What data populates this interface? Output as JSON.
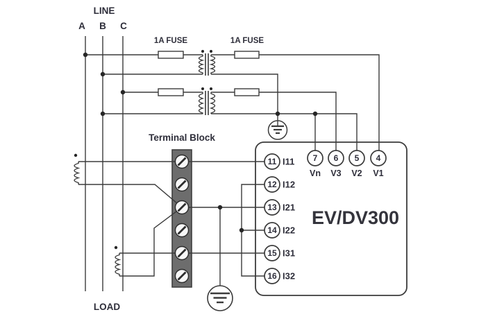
{
  "labels": {
    "line": "LINE",
    "phase_a": "A",
    "phase_b": "B",
    "phase_c": "C",
    "load": "LOAD",
    "fuse_left": "1A FUSE",
    "fuse_right": "1A FUSE",
    "terminal_block": "Terminal Block"
  },
  "device": {
    "name": "EV/DV300",
    "left_terminals": [
      {
        "num": "11",
        "label": "I11"
      },
      {
        "num": "12",
        "label": "I12"
      },
      {
        "num": "13",
        "label": "I21"
      },
      {
        "num": "14",
        "label": "I22"
      },
      {
        "num": "15",
        "label": "I31"
      },
      {
        "num": "16",
        "label": "I32"
      }
    ],
    "top_terminals": [
      {
        "num": "7",
        "label": "Vn"
      },
      {
        "num": "6",
        "label": "V3"
      },
      {
        "num": "5",
        "label": "V2"
      },
      {
        "num": "4",
        "label": "V1"
      }
    ]
  },
  "colors": {
    "wire": "#3b3b3b",
    "text": "#2e2e3a",
    "block_fill": "#6d6d6d",
    "block_border": "#3f3f3f",
    "background": "#ffffff"
  }
}
